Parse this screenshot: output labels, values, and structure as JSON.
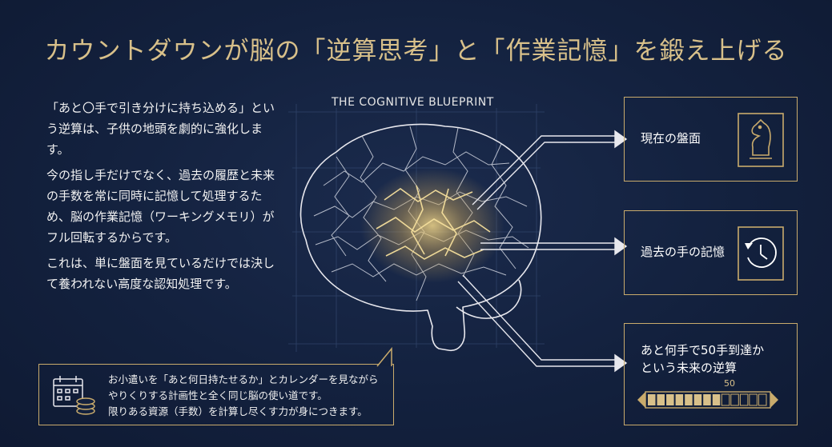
{
  "title": "カウントダウンが脳の「逆算思考」と「作業記憶」を鍛え上げる",
  "blueprint_label": "THE COGNITIVE BLUEPRINT",
  "left_paragraphs": [
    "「あと〇手で引き分けに持ち込める」という逆算は、子供の地頭を劇的に強化します。",
    "今の指し手だけでなく、過去の履歴と未来の手数を常に同時に記憶して処理するため、脳の作業記憶（ワーキングメモリ）がフル回転するからです。",
    "これは、単に盤面を見ているだけでは決して養われない高度な認知処理です。"
  ],
  "boxes": [
    {
      "label": "現在の盤面",
      "icon": "chess-knight-icon"
    },
    {
      "label": "過去の手の記憶",
      "icon": "clock-history-icon"
    },
    {
      "label_line1": "あと何手で50手到達か",
      "label_line2": "という未来の逆算",
      "icon": "progress-bar"
    }
  ],
  "progress": {
    "value_label": "50",
    "filled_fraction": 0.6
  },
  "note": {
    "line1": "お小遣いを「あと何日持たせるか」とカレンダーを見ながら",
    "line2": "やりくりする計画性と全く同じ脳の使い道です。",
    "line3": "限りある資源（手数）を計算し尽くす力が身につきます。",
    "icon": "calendar-coins-icon"
  },
  "colors": {
    "gold": "#c9ab6c",
    "navy": "#13213e",
    "text": "#ffffff"
  }
}
